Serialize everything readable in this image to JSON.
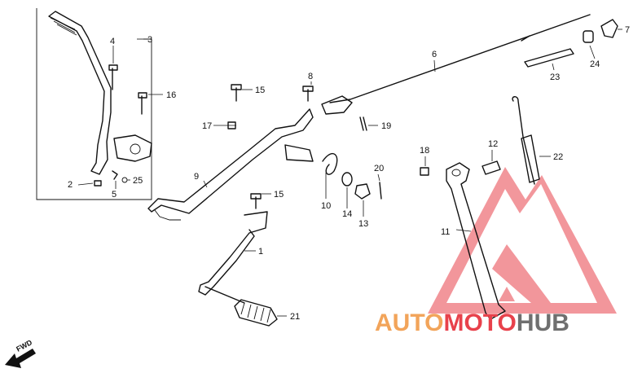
{
  "diagram": {
    "callouts": [
      {
        "id": "c1",
        "text": "1"
      },
      {
        "id": "c2",
        "text": "2"
      },
      {
        "id": "c3",
        "text": "3"
      },
      {
        "id": "c4",
        "text": "4"
      },
      {
        "id": "c5",
        "text": "5"
      },
      {
        "id": "c6",
        "text": "6"
      },
      {
        "id": "c7",
        "text": "7"
      },
      {
        "id": "c8",
        "text": "8"
      },
      {
        "id": "c9",
        "text": "9"
      },
      {
        "id": "c10",
        "text": "10"
      },
      {
        "id": "c11",
        "text": "11"
      },
      {
        "id": "c12",
        "text": "12"
      },
      {
        "id": "c13",
        "text": "13"
      },
      {
        "id": "c14",
        "text": "14"
      },
      {
        "id": "c15a",
        "text": "15"
      },
      {
        "id": "c15b",
        "text": "15"
      },
      {
        "id": "c16",
        "text": "16"
      },
      {
        "id": "c17",
        "text": "17"
      },
      {
        "id": "c18",
        "text": "18"
      },
      {
        "id": "c19",
        "text": "19"
      },
      {
        "id": "c20",
        "text": "20"
      },
      {
        "id": "c21",
        "text": "21"
      },
      {
        "id": "c22",
        "text": "22"
      },
      {
        "id": "c23",
        "text": "23"
      },
      {
        "id": "c24",
        "text": "24"
      },
      {
        "id": "c25",
        "text": "25"
      }
    ],
    "direction_label": "FWD"
  },
  "watermark": {
    "word_1": "AUTO",
    "word_2": "MOTO",
    "word_3": "HUB",
    "colors": {
      "orange": "#f2a45a",
      "red": "#e8414b",
      "gray": "#6f6f6f"
    }
  }
}
